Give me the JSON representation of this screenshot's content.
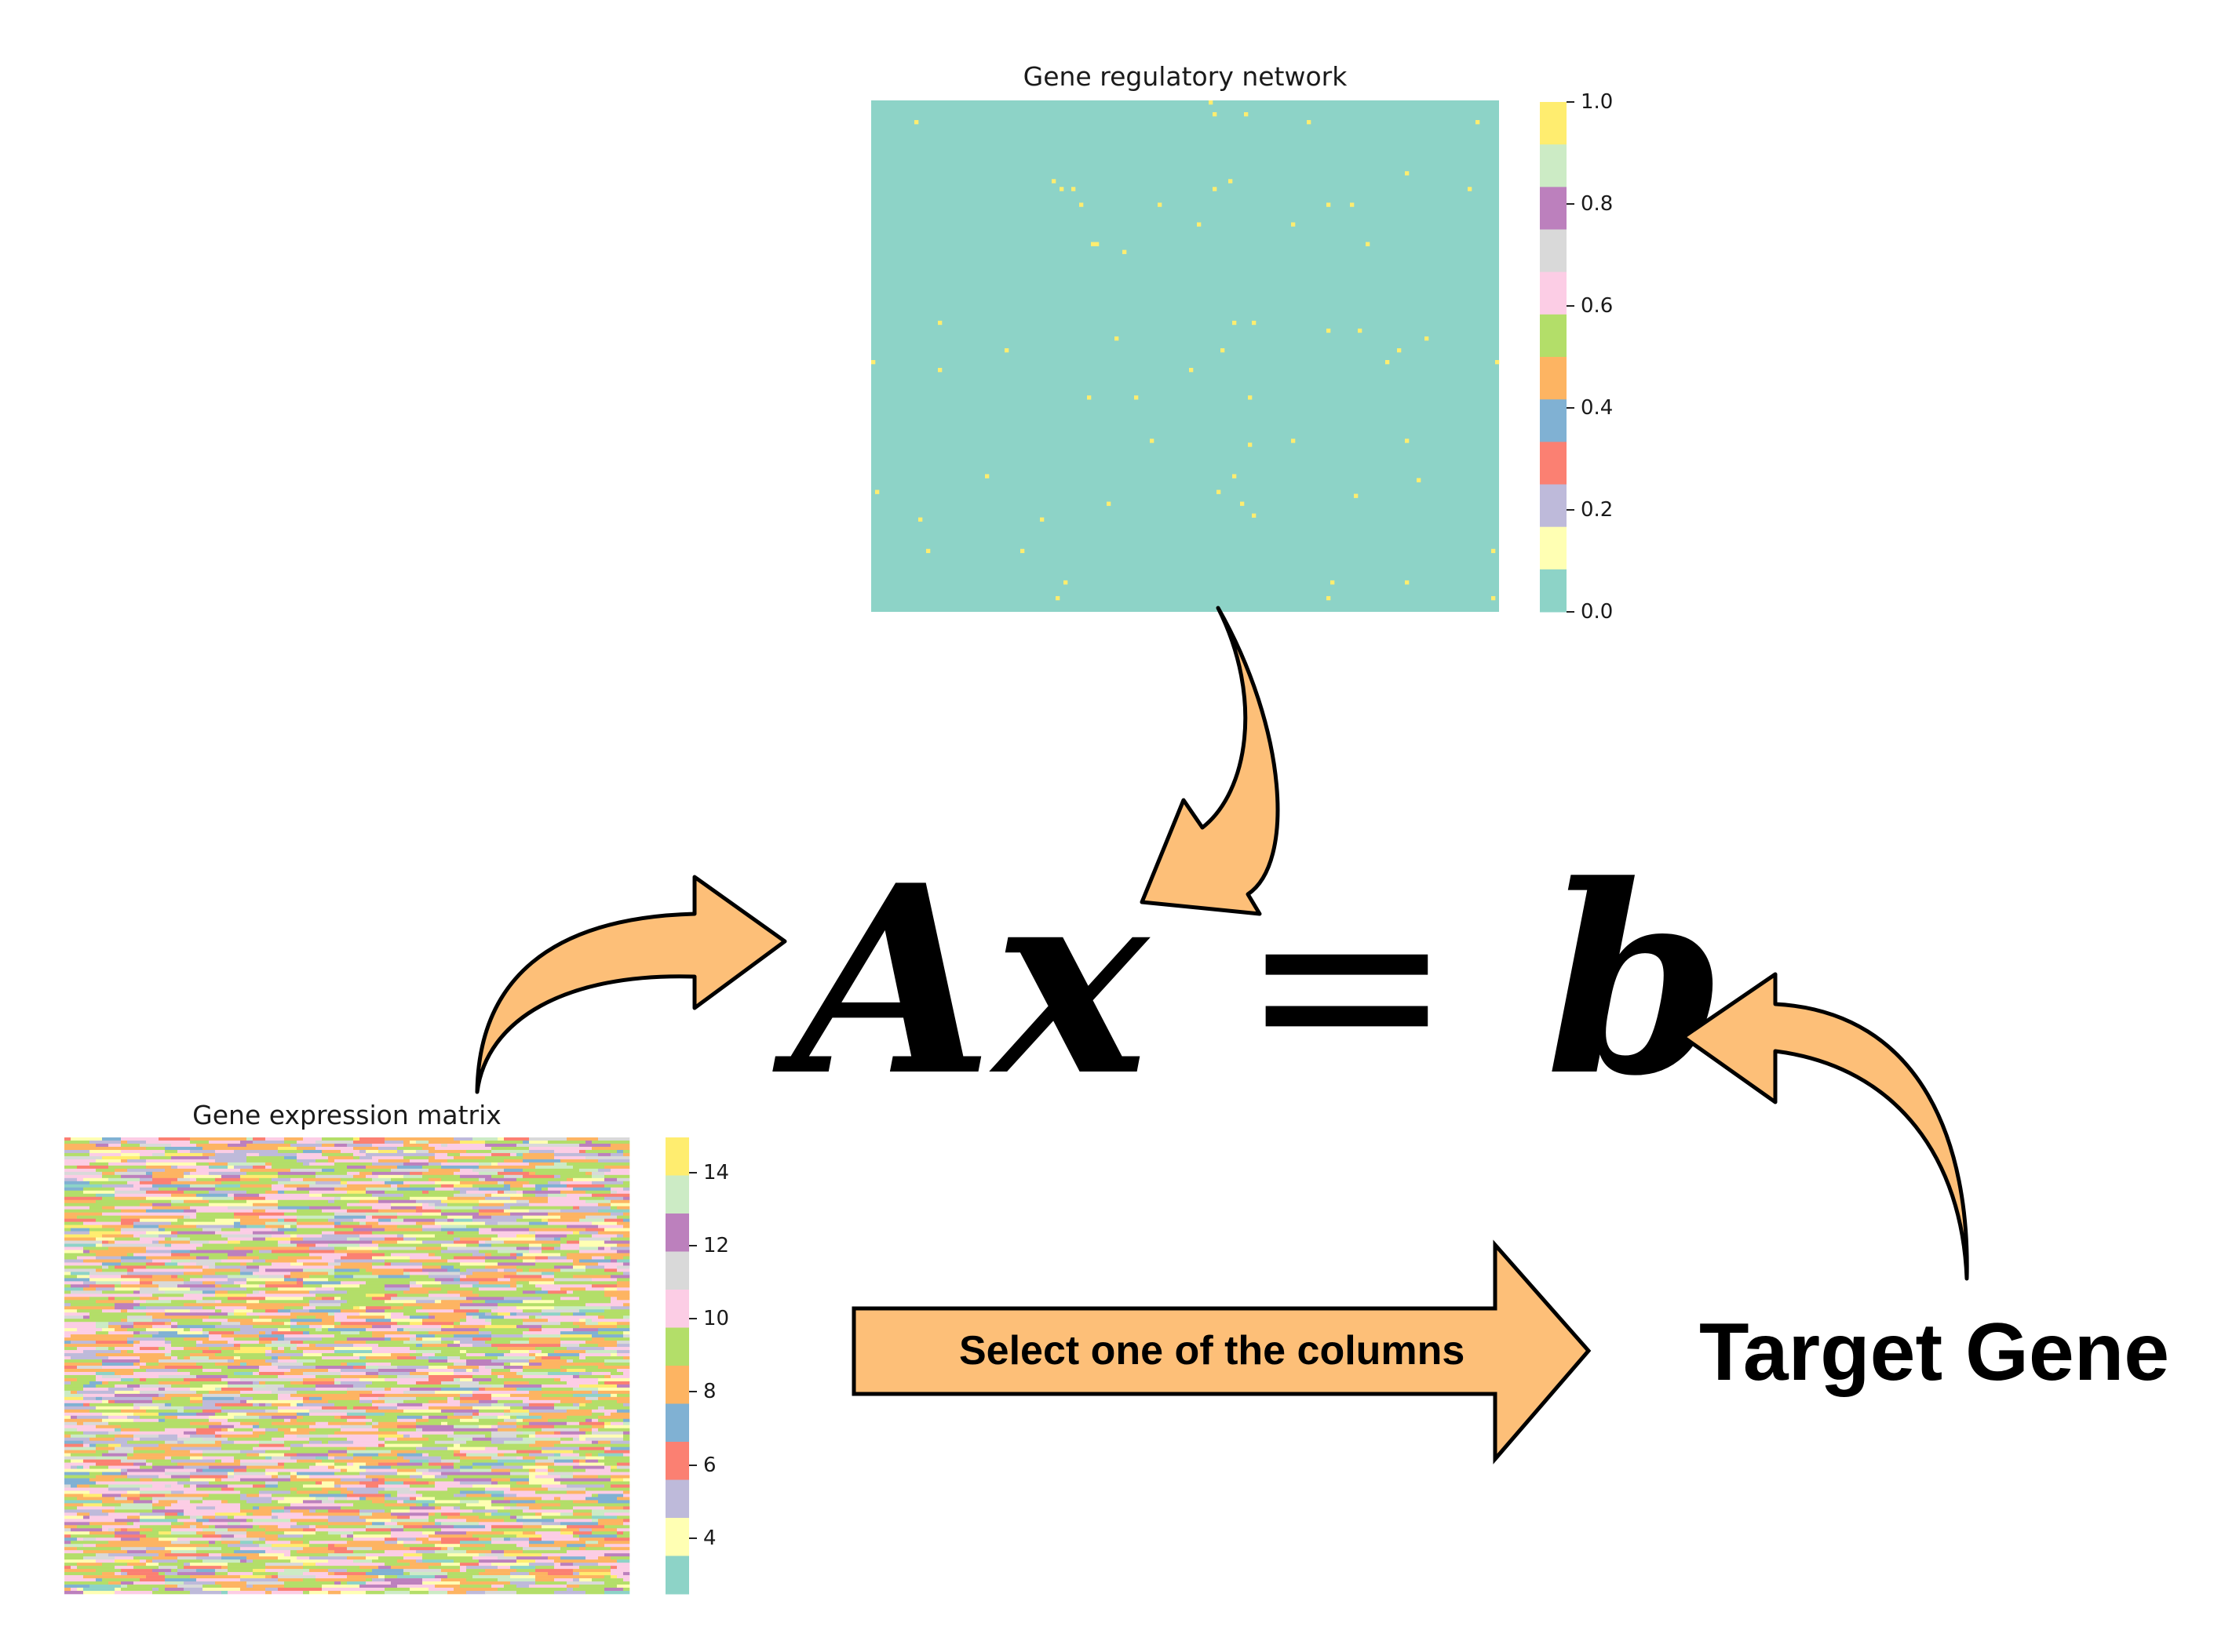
{
  "grn": {
    "title": "Gene regulatory network",
    "colorbar_ticks": [
      "1.0",
      "0.8",
      "0.6",
      "0.4",
      "0.2",
      "0.0"
    ]
  },
  "expression": {
    "title": "Gene expression matrix",
    "colorbar_ticks": [
      "14",
      "12",
      "10",
      "8",
      "6",
      "4"
    ]
  },
  "equation": {
    "lhs_a": "A",
    "lhs_x": "x",
    "equals": "=",
    "rhs_b": "b"
  },
  "select_arrow_label": "Select one of the columns",
  "target_label": "Target Gene",
  "colors": {
    "arrow_fill": "#fdbf78",
    "arrow_stroke": "#000000",
    "palette": [
      "#8dd3c7",
      "#ffffb3",
      "#bebada",
      "#fb8072",
      "#80b1d3",
      "#fdb462",
      "#b3de69",
      "#fccde5",
      "#d9d9d9",
      "#bc80bd",
      "#ccebc5",
      "#ffed6f"
    ]
  },
  "chart_data": [
    {
      "type": "heatmap",
      "title": "Gene regulatory network",
      "value_range": [
        0.0,
        1.0
      ],
      "colormap": "Set3",
      "content": "binary adjacency matrix, mostly 0 with sparse 1 entries"
    },
    {
      "type": "heatmap",
      "title": "Gene expression matrix",
      "value_range": [
        3,
        15
      ],
      "colormap": "Set3",
      "content": "dense matrix of expression values"
    }
  ]
}
